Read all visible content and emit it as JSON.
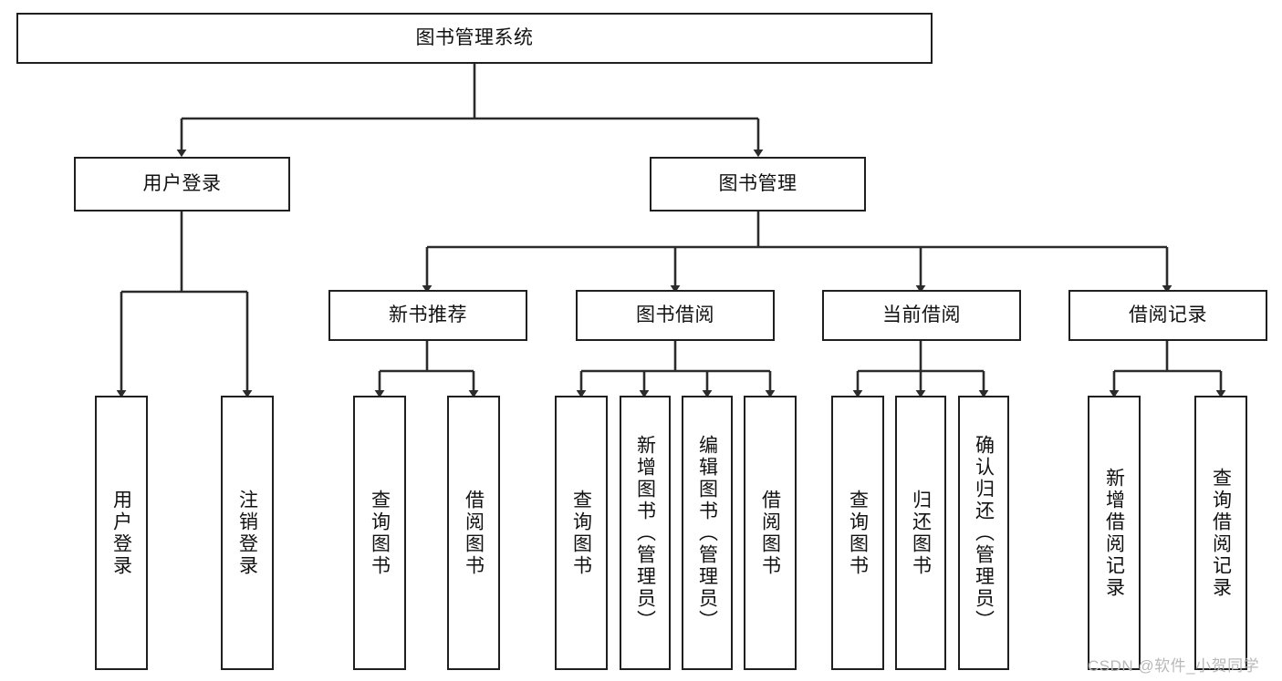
{
  "diagram": {
    "title": "图书管理系统",
    "type": "hierarchy-tree",
    "watermark": "CSDN @软件_小贺同学",
    "colors": {
      "stroke": "#1f1f1f",
      "fill": "#ffffff",
      "text": "#111111",
      "watermark": "#b9b9b9"
    },
    "root": {
      "label": "图书管理系统"
    },
    "level2": [
      {
        "label": "用户登录"
      },
      {
        "label": "图书管理"
      }
    ],
    "level3": [
      {
        "label": "新书推荐"
      },
      {
        "label": "图书借阅"
      },
      {
        "label": "当前借阅"
      },
      {
        "label": "借阅记录"
      }
    ],
    "leaves": {
      "user_login": [
        {
          "label": "用户登录"
        },
        {
          "label": "注销登录"
        }
      ],
      "new_book_recommend": [
        {
          "label": "查询图书"
        },
        {
          "label": "借阅图书"
        }
      ],
      "book_borrow": [
        {
          "label": "查询图书"
        },
        {
          "label": "新增图书（管理员）"
        },
        {
          "label": "编辑图书（管理员）"
        },
        {
          "label": "借阅图书"
        }
      ],
      "current_borrow": [
        {
          "label": "查询图书"
        },
        {
          "label": "归还图书"
        },
        {
          "label": "确认归还（管理员）"
        }
      ],
      "borrow_record": [
        {
          "label": "新增借阅记录"
        },
        {
          "label": "查询借阅记录"
        }
      ]
    }
  }
}
